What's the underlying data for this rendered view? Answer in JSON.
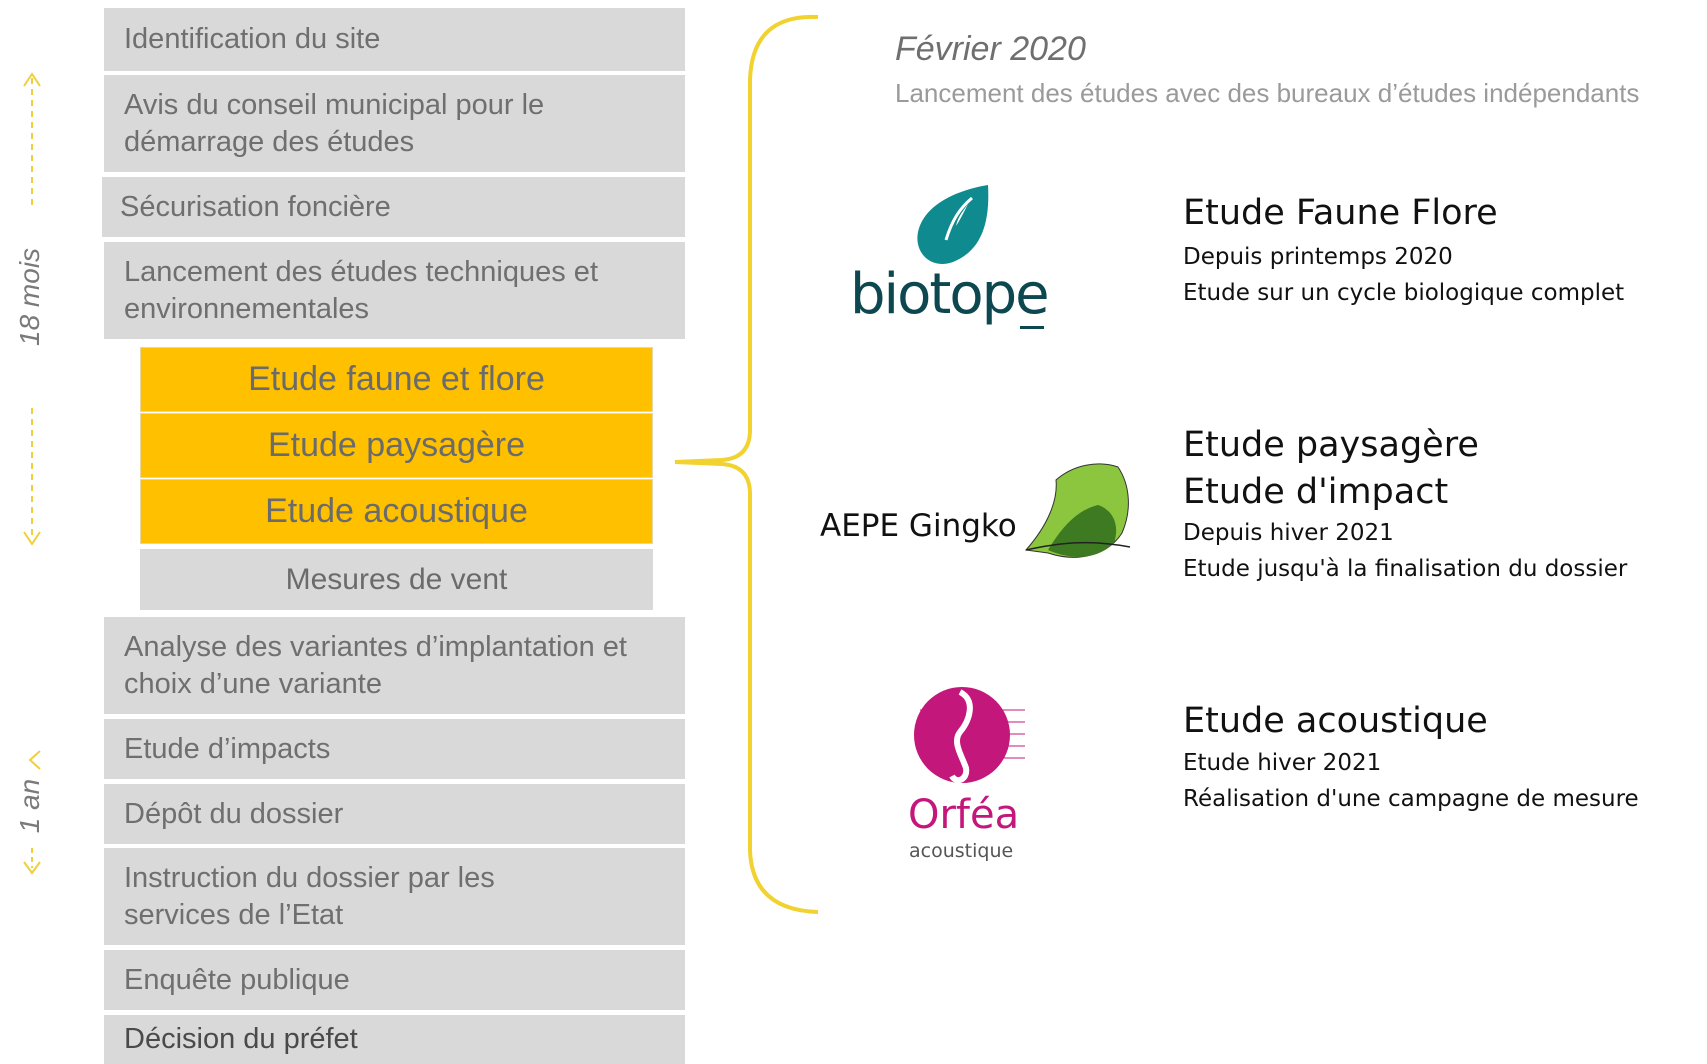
{
  "timeline": {
    "steps": [
      "Identification du site",
      "Avis du conseil municipal pour le démarrage des études",
      "Sécurisation foncière",
      "Lancement des études techniques et environnementales",
      "Analyse des variantes d’implantation et choix d’une variante",
      "Etude d’impacts",
      "Dépôt du dossier",
      "Instruction du dossier par les services de l’Etat",
      "Enquête publique",
      "Décision du préfet"
    ],
    "sub_studies": [
      "Etude faune et flore",
      "Etude paysagère",
      "Etude acoustique",
      "Mesures de vent"
    ],
    "duration_labels": [
      "18 mois",
      "1 an"
    ]
  },
  "header": {
    "date": "Février 2020",
    "subtitle": "Lancement des études avec des bureaux d’études indépendants"
  },
  "studies": [
    {
      "logo": "biotope",
      "title": "Etude Faune Flore",
      "lines": [
        "Depuis printemps 2020",
        "Etude sur un cycle biologique complet"
      ]
    },
    {
      "logo": "AEPE Gingko",
      "title": "Etude paysagère",
      "title2": "Etude d'impact",
      "lines": [
        "Depuis hiver 2021",
        "Etude jusqu'à la finalisation du dossier"
      ]
    },
    {
      "logo": "Orféa",
      "logo_sub": "acoustique",
      "title": "Etude acoustique",
      "lines": [
        "Etude hiver 2021",
        "Réalisation d'une campagne de mesure"
      ]
    }
  ],
  "colors": {
    "step_bg": "#d9d9d9",
    "highlight": "#ffc000",
    "brace": "#f2d22e",
    "biotope": "#0f8a8f",
    "gingko": "#7dbb2a",
    "orfea": "#c4177b"
  }
}
